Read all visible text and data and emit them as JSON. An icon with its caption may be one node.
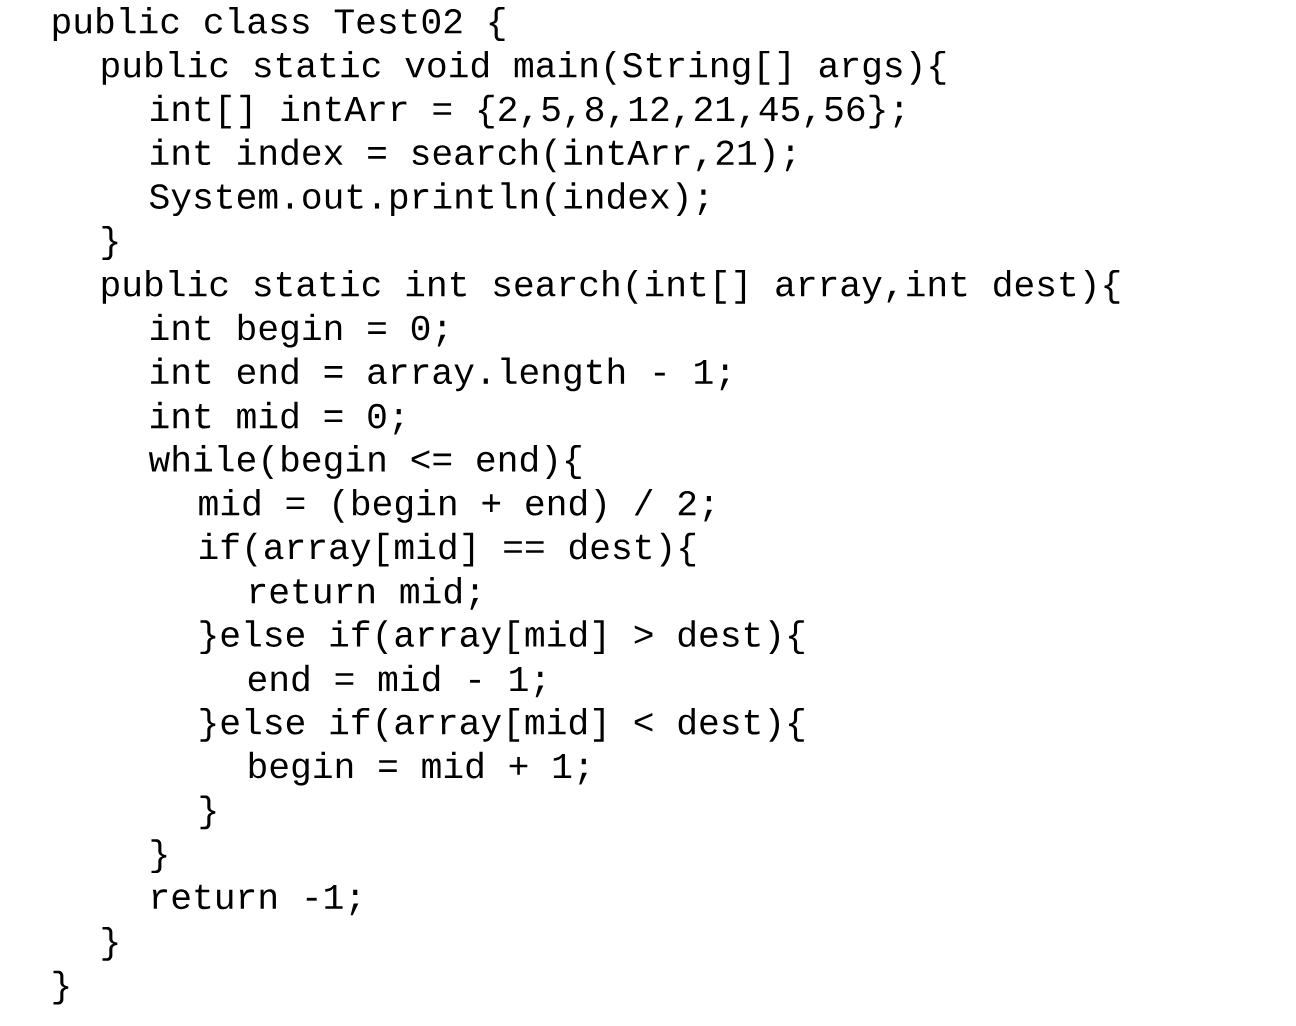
{
  "diagram": {
    "labels": [
      "public class Test02 {",
      "public static void main(String[] args){",
      "int[] intArr = {2,5,8,12,21,45,56};",
      "int index = search(intArr,21);",
      "System.out.println(index);",
      "}",
      "public static int search(int[] array,int dest){",
      "int begin = 0;",
      "int end = array.length - 1;",
      "int mid = 0;",
      "while(begin <= end){",
      "mid = (begin + end) / 2;",
      "if(array[mid] == dest){",
      "return mid;",
      "}else if(array[mid] > dest){",
      "end = mid - 1;",
      "}else if(array[mid] < dest){",
      "begin = mid + 1;",
      "}",
      "}",
      "return -1;",
      "}",
      "}"
    ]
  }
}
